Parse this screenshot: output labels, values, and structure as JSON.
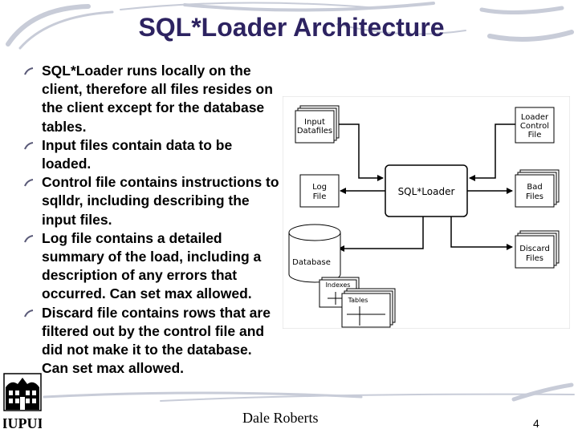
{
  "slide": {
    "title": "SQL*Loader Architecture",
    "bullets": [
      "SQL*Loader runs locally on the client, therefore all files resides on the client except for the database tables.",
      "Input files contain data to be loaded.",
      "Control file contains instructions to sqlldr, including describing the input files.",
      "Log file contains a detailed summary of the load, including a description of any errors that occurred.  Can set max allowed.",
      "Discard file contains rows that are filtered out by the control file and did not make it to the database. Can set max allowed."
    ],
    "footer_author": "Dale Roberts",
    "page_number": "4",
    "logo_text": "IUPUI"
  },
  "diagram": {
    "input_datafiles": [
      "Input",
      "Datafiles"
    ],
    "loader_control_file": [
      "Loader",
      "Control",
      "File"
    ],
    "log_file": [
      "Log",
      "File"
    ],
    "sqlloader": "SQL*Loader",
    "bad_files": [
      "Bad",
      "Files"
    ],
    "database": "Database",
    "discard_files": [
      "Discard",
      "Files"
    ],
    "indexes": "Indexes",
    "tables": "Tables"
  },
  "colors": {
    "title": "#2d2361",
    "decoration": "#c8ccd8"
  }
}
